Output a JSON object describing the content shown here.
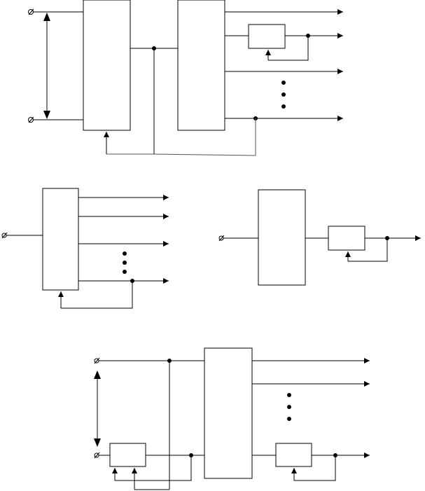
{
  "diagram": {
    "description_text": "",
    "colors": {
      "stroke": "#000000",
      "background": "#ffffff"
    },
    "terminal_symbol": "⌀",
    "panels": [
      "top-panel",
      "middle-left-panel",
      "middle-right-panel",
      "bottom-panel"
    ]
  }
}
